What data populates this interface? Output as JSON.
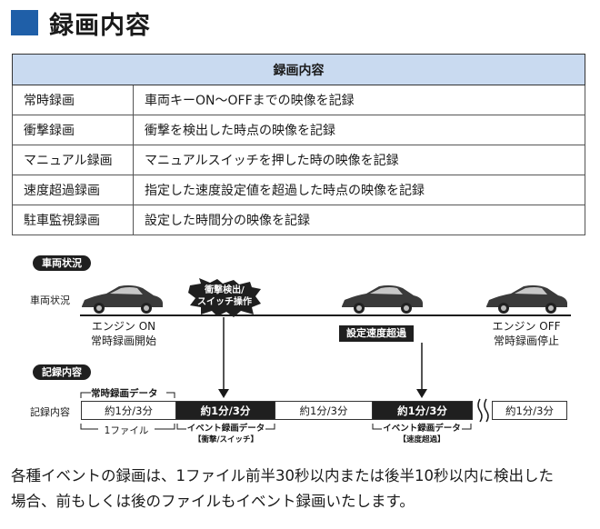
{
  "header": {
    "title": "録画内容"
  },
  "table": {
    "header": "録画内容",
    "rows": [
      {
        "mode": "常時録画",
        "desc": "車両キーON～OFFまでの映像を記録"
      },
      {
        "mode": "衝撃録画",
        "desc": "衝撃を検出した時点の映像を記録"
      },
      {
        "mode": "マニュアル録画",
        "desc": "マニュアルスイッチを押した時の映像を記録"
      },
      {
        "mode": "速度超過録画",
        "desc": "指定した速度設定値を超過した時点の映像を記録"
      },
      {
        "mode": "駐車監視録画",
        "desc": "設定した時間分の映像を記録"
      }
    ]
  },
  "diagram": {
    "vehicle_status_pill": "車両状況",
    "vehicle_status_label": "車両状況",
    "engine_on": "エンジン ON",
    "engine_on_sub": "常時録画開始",
    "engine_off": "エンジン OFF",
    "engine_off_sub": "常時録画停止",
    "event_trigger_line1": "衝撃検出/",
    "event_trigger_line2": "スイッチ操作",
    "speed_trigger": "設定速度超過",
    "record_content_pill": "記録内容",
    "record_content_label": "記録内容",
    "continuous_data_label": "常時録画データ",
    "segments": [
      {
        "text": "約1分/3分",
        "style": "light"
      },
      {
        "text": "約1分/3分",
        "style": "dark"
      },
      {
        "text": "約1分/3分",
        "style": "light"
      },
      {
        "text": "約1分/3分",
        "style": "dark"
      },
      {
        "text": "約1分/3分",
        "style": "light"
      }
    ],
    "one_file": "1ファイル",
    "event_data_1": "イベント録画データ",
    "event_data_1_sub": "【衝撃/スイッチ】",
    "event_data_2": "イベント録画データ",
    "event_data_2_sub": "【速度超過】"
  },
  "footer": {
    "line1": "各種イベントの録画は、1ファイル前半30秒以内または後半10秒以内に検出した",
    "line2": "場合、前もしくは後のファイルもイベント録画いたします。"
  },
  "colors": {
    "accent": "#1f5fa8",
    "header_bg": "#c9daf0",
    "dark": "#1f1f1f"
  }
}
